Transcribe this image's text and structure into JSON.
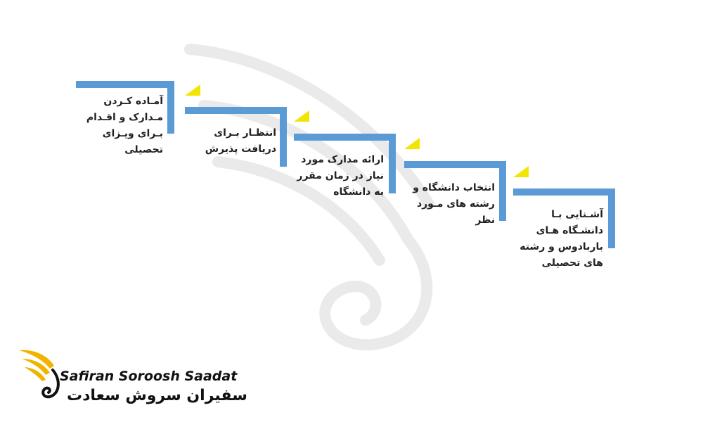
{
  "steps": [
    {
      "lines": [
        "آمـاده کـردن",
        "مـدارک و اقـدام",
        "بـرای ویـزای",
        "تحصیلی"
      ]
    },
    {
      "lines": [
        "انتظـار بـرای",
        "دریافت پذیرش"
      ]
    },
    {
      "lines": [
        "ارائه مدارک مورد",
        "نیاز در زمان مقرر",
        "به دانشگاه"
      ]
    },
    {
      "lines": [
        "انتخاب دانشگاه و",
        "رشته های مـورد",
        "نظر"
      ]
    },
    {
      "lines": [
        "آشـنایی بـا",
        "دانشـگاه هـای",
        "باربادوس و رشته",
        "های تحصیلی"
      ]
    }
  ],
  "logo": {
    "name_en": "Safiran Soroosh Saadat",
    "name_fa": "سفیران سروش سعادت"
  },
  "colors": {
    "bar": "#5b9bd5",
    "triangle": "#f2e600",
    "text": "#222222",
    "logo_gold": "#f0b400"
  }
}
